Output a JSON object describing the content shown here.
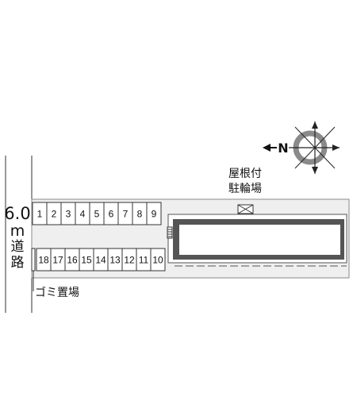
{
  "road": {
    "width": "6.0",
    "unit": "m",
    "label_chars": [
      "道",
      "路"
    ]
  },
  "compass": {
    "north_letter": "N"
  },
  "bike_parking": {
    "line1": "屋根付",
    "line2": "駐輪場"
  },
  "garbage_area": {
    "label": "ゴミ置場"
  },
  "parking_row_top": [
    "1",
    "2",
    "3",
    "4",
    "5",
    "6",
    "7",
    "8",
    "9"
  ],
  "parking_row_bottom": [
    "18",
    "17",
    "16",
    "15",
    "14",
    "13",
    "12",
    "11",
    "10"
  ],
  "colors": {
    "lot_fill": "#efefef",
    "line": "#333333",
    "building_border": "#555555",
    "compass_ring": "#8a8a8a"
  }
}
